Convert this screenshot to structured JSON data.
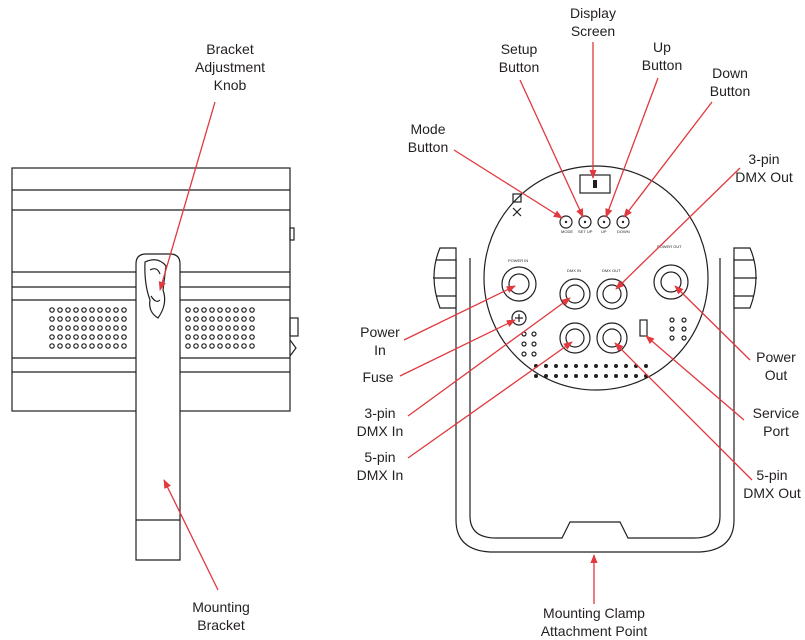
{
  "colors": {
    "line": "#231f20",
    "arrow": "#e0393e",
    "background": "#ffffff"
  },
  "labels": {
    "bracket_knob": [
      "Bracket",
      "Adjustment",
      "Knob"
    ],
    "mounting_bracket": [
      "Mounting",
      "Bracket"
    ],
    "display_screen": [
      "Display",
      "Screen"
    ],
    "setup_button": [
      "Setup",
      "Button"
    ],
    "up_button": [
      "Up",
      "Button"
    ],
    "down_button": [
      "Down",
      "Button"
    ],
    "mode_button": [
      "Mode",
      "Button"
    ],
    "dmx_out_3pin": [
      "3-pin",
      "DMX Out"
    ],
    "power_in": [
      "Power",
      "In"
    ],
    "fuse": [
      "Fuse"
    ],
    "dmx_in_3pin": [
      "3-pin",
      "DMX In"
    ],
    "dmx_in_5pin": [
      "5-pin",
      "DMX In"
    ],
    "power_out": [
      "Power",
      "Out"
    ],
    "service_port": [
      "Service",
      "Port"
    ],
    "dmx_out_5pin": [
      "5-pin",
      "DMX Out"
    ],
    "clamp_point": [
      "Mounting Clamp",
      "Attachment Point"
    ]
  },
  "panel_text": {
    "mode": "MODE",
    "setup": "SET UP",
    "up": "UP",
    "down": "DOWN",
    "power_in": "POWER IN",
    "power_out": "POWER OUT",
    "dmx_in": "DMX IN",
    "dmx_out": "DMX OUT"
  }
}
